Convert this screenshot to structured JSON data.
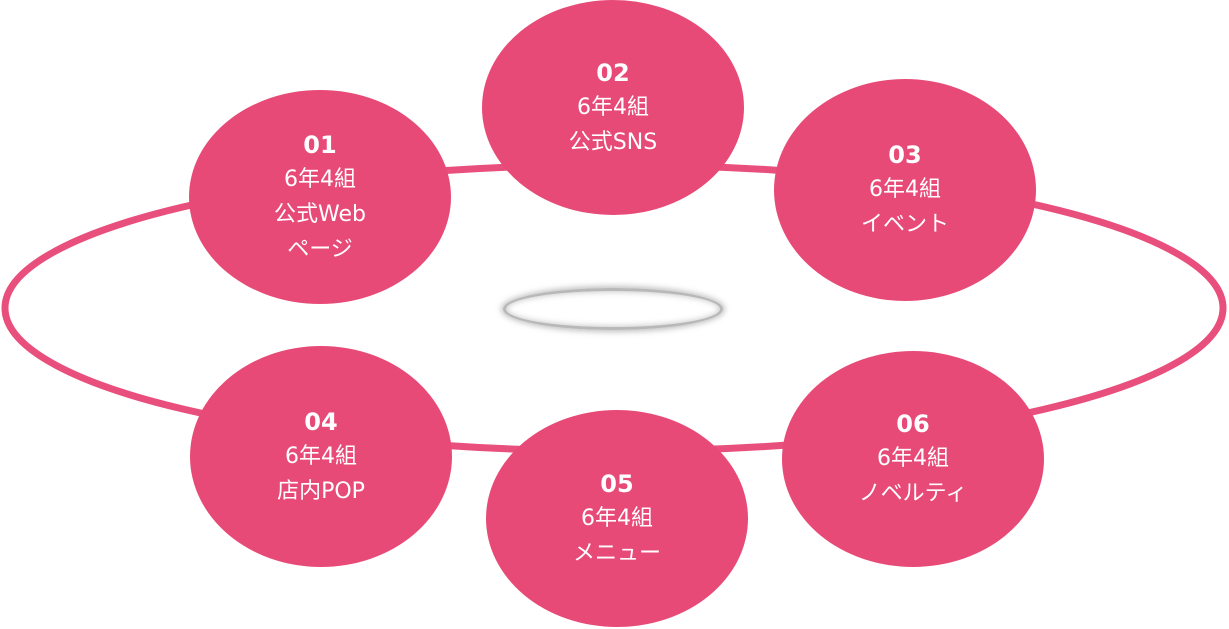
{
  "colors": {
    "node_fill": "#e84a78",
    "ring_stroke": "#e94f7d",
    "text": "#ffffff",
    "center_ring": "#b8b8b8"
  },
  "nodes": [
    {
      "number": "01",
      "lines": [
        "6年4組",
        "公式Web",
        "ページ"
      ]
    },
    {
      "number": "02",
      "lines": [
        "6年4組",
        "公式SNS"
      ]
    },
    {
      "number": "03",
      "lines": [
        "6年4組",
        "イベント"
      ]
    },
    {
      "number": "04",
      "lines": [
        "6年4組",
        "店内POP"
      ]
    },
    {
      "number": "05",
      "lines": [
        "6年4組",
        "メニュー"
      ]
    },
    {
      "number": "06",
      "lines": [
        "6年4組",
        "ノベルティ"
      ]
    }
  ]
}
